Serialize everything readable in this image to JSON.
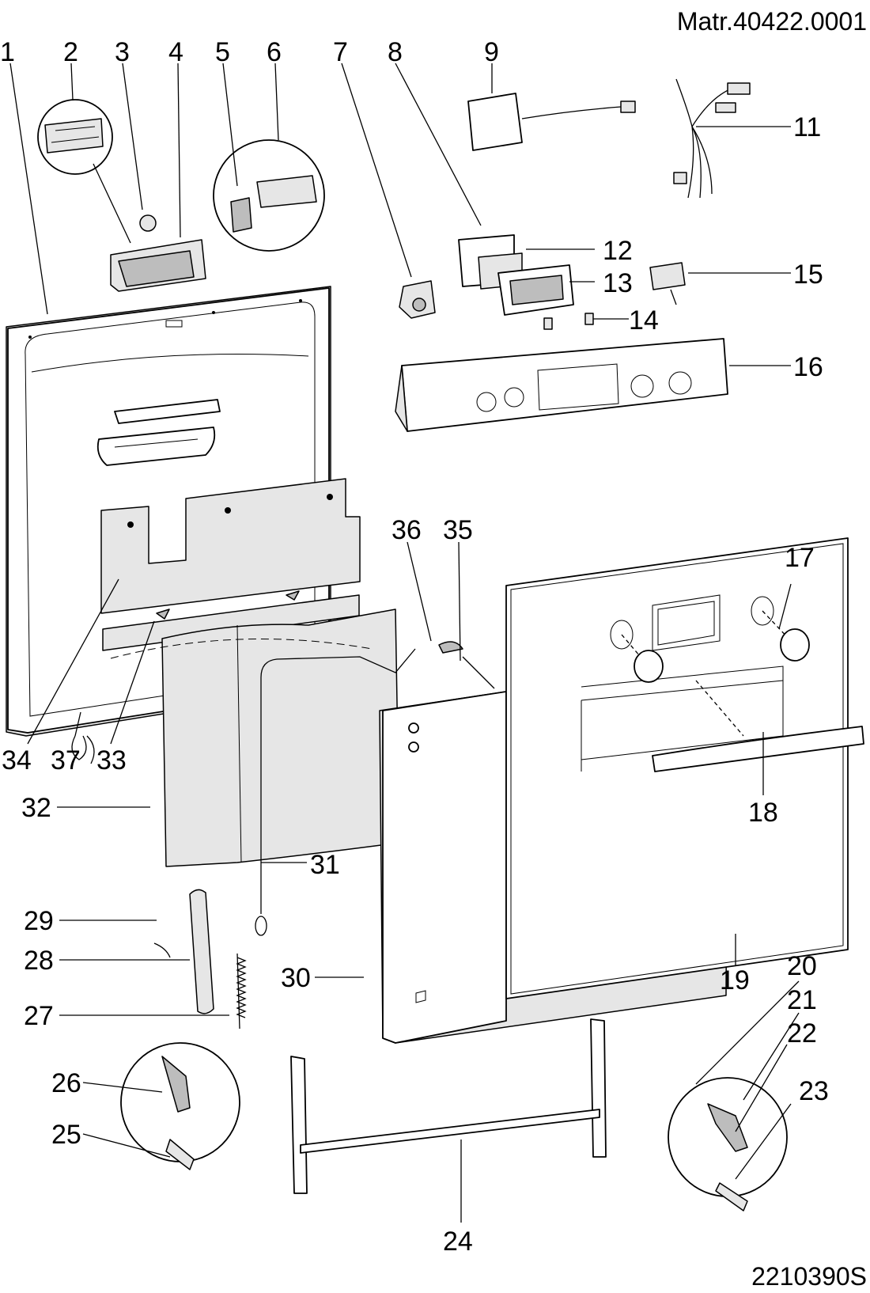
{
  "header": {
    "material_number": "Matr.40422.0001"
  },
  "footer": {
    "drawing_code": "2210390S"
  },
  "callouts": [
    "1",
    "2",
    "3",
    "4",
    "5",
    "6",
    "7",
    "8",
    "9",
    "11",
    "12",
    "13",
    "14",
    "15",
    "16",
    "17",
    "18",
    "19",
    "20",
    "21",
    "22",
    "23",
    "24",
    "25",
    "26",
    "27",
    "28",
    "29",
    "30",
    "31",
    "32",
    "33",
    "34",
    "35",
    "36",
    "37"
  ]
}
